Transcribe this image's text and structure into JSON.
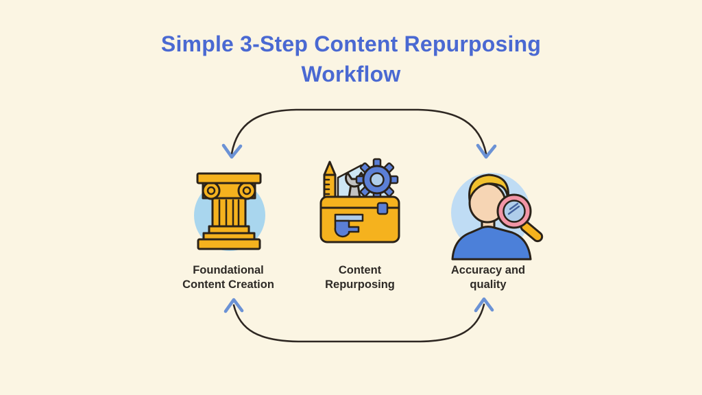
{
  "title": {
    "full": "Simple 3-Step Content Repurposing Workflow",
    "line1": "Simple 3-Step Content Repurposing",
    "line2": "Workflow"
  },
  "steps": [
    {
      "id": "foundational-content-creation",
      "label": "Foundational Content Creation",
      "icon": "greek-column-icon"
    },
    {
      "id": "content-repurposing",
      "label": "Content Repurposing",
      "icon": "toolbox-icon"
    },
    {
      "id": "accuracy-and-quality",
      "label": "Accuracy and quality",
      "icon": "person-magnifier-icon"
    }
  ],
  "connectors": [
    {
      "name": "top-arc",
      "arrowheads": "both ends, pointing down"
    },
    {
      "name": "bottom-arc",
      "arrowheads": "both ends, pointing up"
    }
  ],
  "colors": {
    "background": "#FBF5E3",
    "title_blue": "#4A69D2",
    "label_text": "#2E2A26",
    "arrow_line": "#2E2722",
    "arrowhead_blue": "#6B92D5",
    "gold": "#F5B21E",
    "gear_blue": "#5B7FD6",
    "circle_light_blue": "#A9D6EE",
    "person_circle": "#BFDCF4",
    "shirt_blue": "#4C80D9",
    "skin": "#F6D5B4",
    "hair": "#F2C12E",
    "magnifier_pink": "#F295A6",
    "lens_blue": "#AFCDEA",
    "wrench_gray": "#C2C2C2",
    "outline": "#2A2219"
  }
}
